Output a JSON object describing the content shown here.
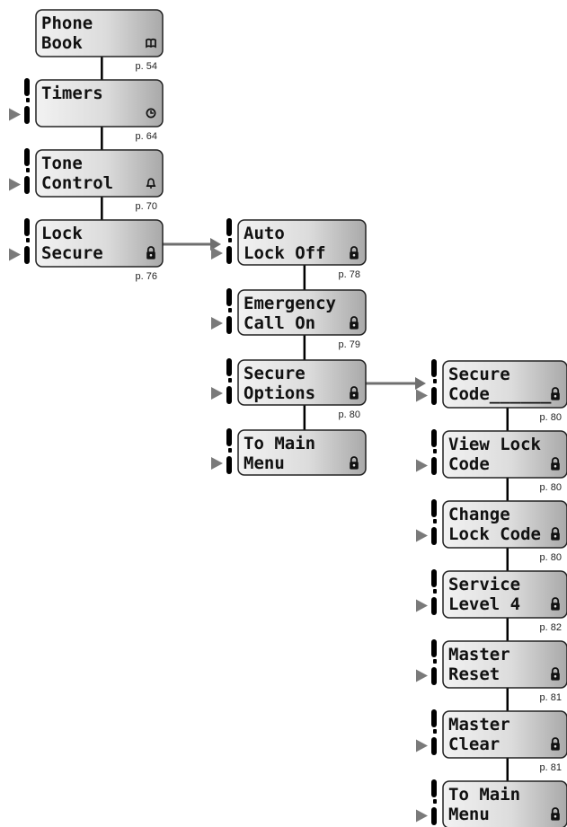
{
  "menus": {
    "main": [
      {
        "id": "phone-book",
        "line1": "Phone",
        "line2": "Book",
        "icon": "book-icon",
        "page": "p. 54",
        "side_buttons": false
      },
      {
        "id": "timers",
        "line1": "Timers",
        "line2": "",
        "icon": "clock-icon",
        "page": "p. 64",
        "side_buttons": true
      },
      {
        "id": "tone-control",
        "line1": "Tone",
        "line2": "Control",
        "icon": "bell-icon",
        "page": "p. 70",
        "side_buttons": true
      },
      {
        "id": "lock-secure",
        "line1": "Lock",
        "line2": "Secure",
        "icon": "lock-icon",
        "page": "p. 76",
        "side_buttons": true
      }
    ],
    "lock_secure": [
      {
        "id": "auto-lock-off",
        "line1": "Auto",
        "line2": "Lock Off",
        "icon": "lock-icon",
        "page": "p. 78",
        "side_buttons": true
      },
      {
        "id": "emergency-call-on",
        "line1": "Emergency",
        "line2": "Call On",
        "icon": "lock-icon",
        "page": "p. 79",
        "side_buttons": true
      },
      {
        "id": "secure-options",
        "line1": "Secure",
        "line2": "Options",
        "icon": "lock-icon",
        "page": "p. 80",
        "side_buttons": true
      },
      {
        "id": "to-main-menu-lock",
        "line1": "To Main",
        "line2": "Menu",
        "icon": "lock-icon",
        "page": "",
        "side_buttons": true
      }
    ],
    "secure_options": [
      {
        "id": "secure-code",
        "line1": "Secure",
        "line2": "Code______",
        "icon": "lock-icon",
        "page": "p. 80",
        "side_buttons": true
      },
      {
        "id": "view-lock-code",
        "line1": "View Lock",
        "line2": "Code",
        "icon": "lock-icon",
        "page": "p. 80",
        "side_buttons": true
      },
      {
        "id": "change-lock-code",
        "line1": "Change",
        "line2": "Lock Code",
        "icon": "lock-icon",
        "page": "p. 80",
        "side_buttons": true
      },
      {
        "id": "service-level-4",
        "line1": "Service",
        "line2": "Level 4",
        "icon": "lock-icon",
        "page": "p. 82",
        "side_buttons": true
      },
      {
        "id": "master-reset",
        "line1": "Master",
        "line2": "Reset",
        "icon": "lock-icon",
        "page": "p. 81",
        "side_buttons": true
      },
      {
        "id": "master-clear",
        "line1": "Master",
        "line2": "Clear",
        "icon": "lock-icon",
        "page": "p. 81",
        "side_buttons": true
      },
      {
        "id": "to-main-menu-secure",
        "line1": "To Main",
        "line2": "Menu",
        "icon": "lock-icon",
        "page": "",
        "side_buttons": true
      }
    ]
  },
  "links": [
    {
      "from": "lock-secure",
      "to": "auto-lock-off"
    },
    {
      "from": "secure-options",
      "to": "secure-code"
    }
  ]
}
